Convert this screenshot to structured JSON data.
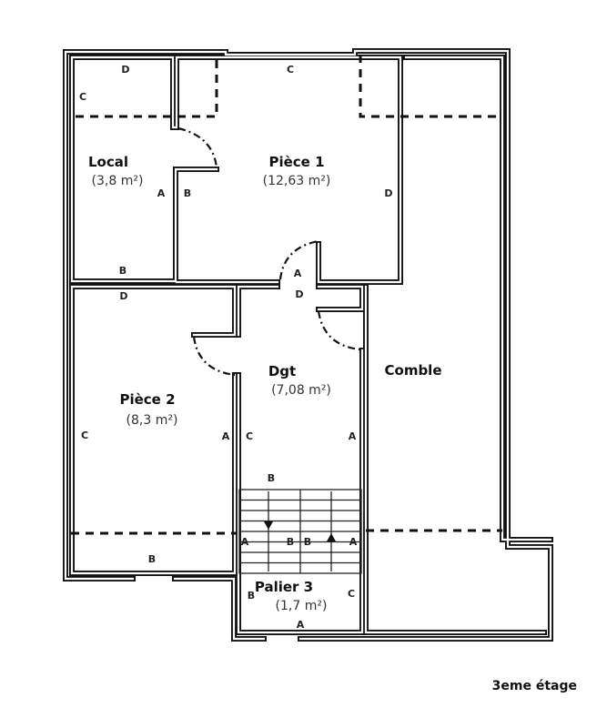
{
  "plan": {
    "floor_label": "3eme étage",
    "rooms": [
      {
        "name": "Local",
        "area": "(3,8 m²)"
      },
      {
        "name": "Pièce 1",
        "area": "(12,63 m²)"
      },
      {
        "name": "Pièce 2",
        "area": "(8,3 m²)"
      },
      {
        "name": "Dgt",
        "area": "(7,08 m²)"
      },
      {
        "name": "Comble",
        "area": ""
      },
      {
        "name": "Palier 3",
        "area": "(1,7 m²)"
      }
    ],
    "wall_labels": {
      "local": [
        "D",
        "C",
        "A",
        "B"
      ],
      "piece1": [
        "C",
        "B",
        "D",
        "A"
      ],
      "piece2": [
        "D",
        "C",
        "A",
        "B"
      ],
      "dgt": [
        "D",
        "C",
        "A",
        "B"
      ],
      "stairs": [
        "A",
        "B",
        "B",
        "A"
      ],
      "palier": [
        "B",
        "C",
        "A"
      ]
    }
  }
}
